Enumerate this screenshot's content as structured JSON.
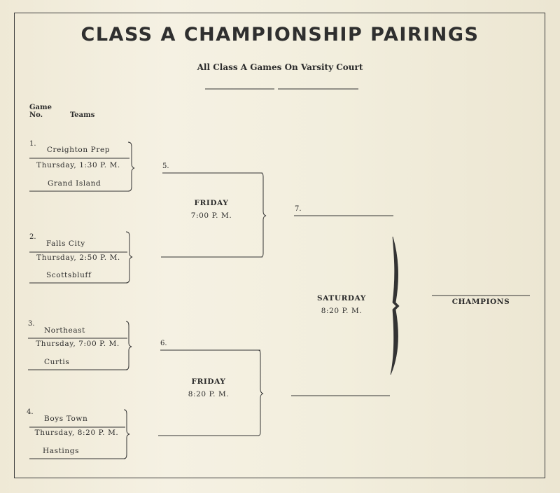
{
  "title": "CLASS A CHAMPIONSHIP PAIRINGS",
  "subtitle": "All Class A Games On Varsity Court",
  "headers": {
    "game": "Game",
    "no": "No.",
    "teams": "Teams"
  },
  "games": [
    {
      "number": "1.",
      "team1": "Creighton Prep",
      "time": "Thursday, 1:30 P. M.",
      "team2": "Grand Island"
    },
    {
      "number": "2.",
      "team1": "Falls City",
      "time": "Thursday, 2:50 P. M.",
      "team2": "Scottsbluff"
    },
    {
      "number": "3.",
      "team1": "Northeast",
      "time": "Thursday, 7:00 P. M.",
      "team2": "Curtis"
    },
    {
      "number": "4.",
      "team1": "Boys Town",
      "time": "Thursday, 8:20 P. M.",
      "team2": "Hastings"
    }
  ],
  "semis": [
    {
      "number": "5.",
      "day": "FRIDAY",
      "time": "7:00 P. M."
    },
    {
      "number": "6.",
      "day": "FRIDAY",
      "time": "8:20 P. M."
    }
  ],
  "final": {
    "number": "7.",
    "day": "SATURDAY",
    "time": "8:20 P. M."
  },
  "champions": "CHAMPIONS"
}
